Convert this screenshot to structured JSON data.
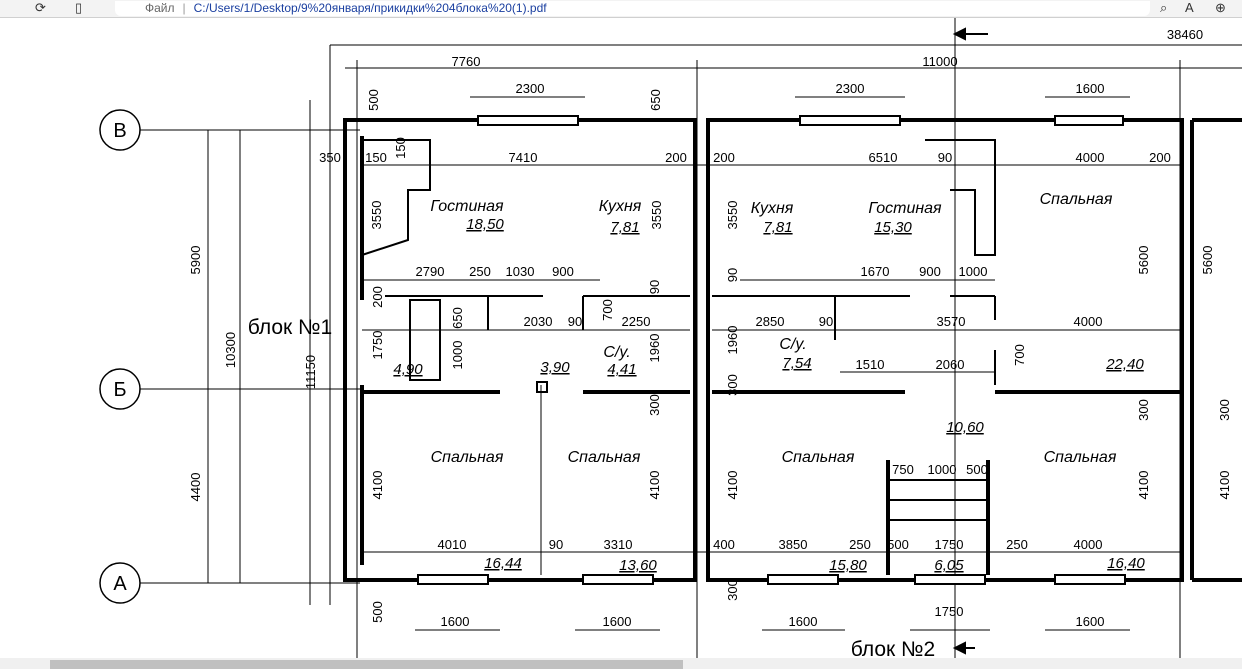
{
  "browser": {
    "file_label": "Файл",
    "address": "C:/Users/1/Desktop/9%20января/прикидки%204блока%20(1).pdf"
  },
  "axes": {
    "v": "В",
    "b": "Б",
    "a": "А"
  },
  "blocks": {
    "b1": "блок №1",
    "b2": "блок №2"
  },
  "rooms": {
    "living1": "Гостиная",
    "living1_area": "18,50",
    "kitchen1": "Кухня",
    "kitchen1_area": "7,81",
    "kitchen2": "Кухня",
    "kitchen2_area": "7,81",
    "living2": "Гостиная",
    "living2_area": "15,30",
    "bed_top": "Спальная",
    "wc1": "С/у.",
    "wc1_area": "4,41",
    "wc2": "С/у.",
    "wc2_area": "7,54",
    "hall1_area": "4,90",
    "hall2_area": "3,90",
    "hall3_area": "22,40",
    "stair_area": "10,60",
    "bed1": "Спальная",
    "bed2": "Спальная",
    "bed3": "Спальная",
    "bed4": "Спальная",
    "bed1_area": "16,44",
    "bed2_area": "13,60",
    "bed3_area": "15,80",
    "stair2_area": "6,05",
    "bed4_area": "16,40"
  },
  "dims": {
    "top": [
      "7760",
      "11000",
      "38460",
      "2300",
      "2300",
      "1600",
      "500",
      "650"
    ],
    "row1": [
      "350",
      "150",
      "150",
      "7410",
      "200",
      "200",
      "6510",
      "90",
      "4000",
      "200"
    ],
    "v1": [
      "3550",
      "3550",
      "3550",
      "5900",
      "10300",
      "11150",
      "5600",
      "5600"
    ],
    "row2": [
      "2790",
      "250",
      "1030",
      "900",
      "1670",
      "900",
      "1000"
    ],
    "row3": [
      "2030",
      "90",
      "2250",
      "2850",
      "90",
      "3570",
      "4000"
    ],
    "v2": [
      "200",
      "650",
      "700",
      "90",
      "1750",
      "1000",
      "1960",
      "90",
      "1960",
      "700",
      "300",
      "300",
      "300",
      "300"
    ],
    "row4": [
      "1510",
      "2060"
    ],
    "v3": [
      "4100",
      "4100",
      "4100",
      "4100",
      "4100",
      "4400"
    ],
    "stair": [
      "750",
      "1000",
      "500"
    ],
    "row5": [
      "4010",
      "90",
      "3310",
      "400",
      "3850",
      "250",
      "500",
      "1750",
      "250",
      "4000"
    ],
    "bottom": [
      "500",
      "300",
      "1600",
      "1600",
      "1600",
      "1750",
      "1600"
    ]
  }
}
